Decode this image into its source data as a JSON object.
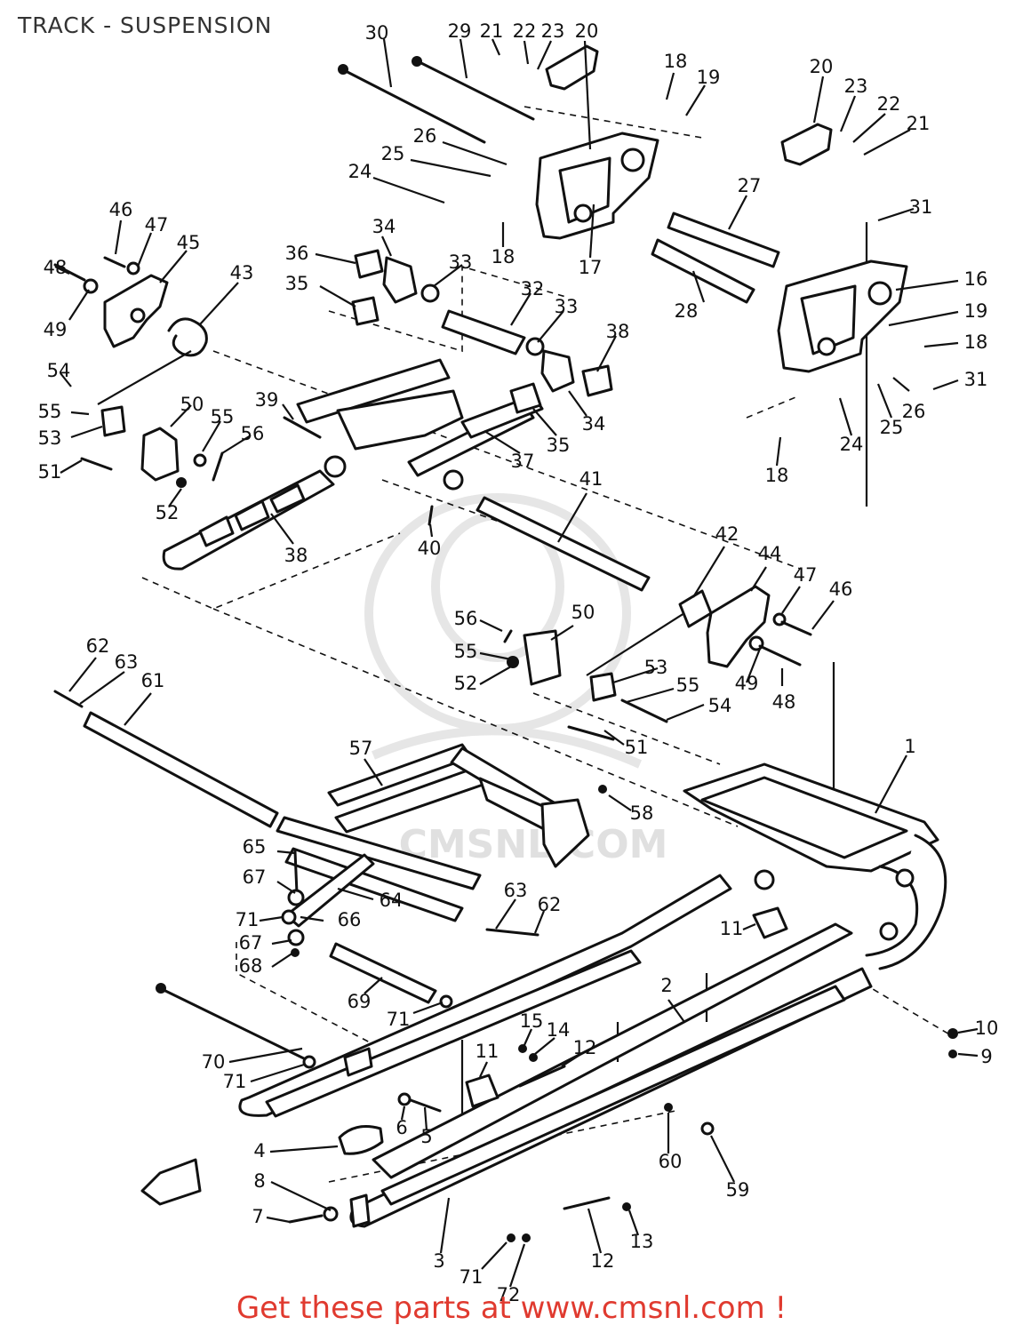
{
  "title": "TRACK - SUSPENSION",
  "promo": "Get these parts at www.cmsnl.com !",
  "watermark": "CMSNL.COM",
  "callouts": [
    {
      "id": "c30",
      "label": "30"
    },
    {
      "id": "c29",
      "label": "29"
    },
    {
      "id": "c21a",
      "label": "21"
    },
    {
      "id": "c22a",
      "label": "22"
    },
    {
      "id": "c23a",
      "label": "23"
    },
    {
      "id": "c20a",
      "label": "20"
    },
    {
      "id": "c18a",
      "label": "18"
    },
    {
      "id": "c19a",
      "label": "19"
    },
    {
      "id": "c20b",
      "label": "20"
    },
    {
      "id": "c23b",
      "label": "23"
    },
    {
      "id": "c22b",
      "label": "22"
    },
    {
      "id": "c21b",
      "label": "21"
    },
    {
      "id": "c26a",
      "label": "26"
    },
    {
      "id": "c25a",
      "label": "25"
    },
    {
      "id": "c24a",
      "label": "24"
    },
    {
      "id": "c27",
      "label": "27"
    },
    {
      "id": "c31a",
      "label": "31"
    },
    {
      "id": "c46a",
      "label": "46"
    },
    {
      "id": "c47a",
      "label": "47"
    },
    {
      "id": "c45",
      "label": "45"
    },
    {
      "id": "c34a",
      "label": "34"
    },
    {
      "id": "c36",
      "label": "36"
    },
    {
      "id": "c33a",
      "label": "33"
    },
    {
      "id": "c18b",
      "label": "18"
    },
    {
      "id": "c17",
      "label": "17"
    },
    {
      "id": "c48a",
      "label": "48"
    },
    {
      "id": "c49a",
      "label": "49"
    },
    {
      "id": "c43",
      "label": "43"
    },
    {
      "id": "c35a",
      "label": "35"
    },
    {
      "id": "c32",
      "label": "32"
    },
    {
      "id": "c33b",
      "label": "33"
    },
    {
      "id": "c28",
      "label": "28"
    },
    {
      "id": "c16",
      "label": "16"
    },
    {
      "id": "c19b",
      "label": "19"
    },
    {
      "id": "c18c",
      "label": "18"
    },
    {
      "id": "c38a",
      "label": "38"
    },
    {
      "id": "c54a",
      "label": "54"
    },
    {
      "id": "c55a",
      "label": "55"
    },
    {
      "id": "c53a",
      "label": "53"
    },
    {
      "id": "c51a",
      "label": "51"
    },
    {
      "id": "c50a",
      "label": "50"
    },
    {
      "id": "c55b",
      "label": "55"
    },
    {
      "id": "c56a",
      "label": "56"
    },
    {
      "id": "c52a",
      "label": "52"
    },
    {
      "id": "c39",
      "label": "39"
    },
    {
      "id": "c34b",
      "label": "34"
    },
    {
      "id": "c37",
      "label": "37"
    },
    {
      "id": "c35b",
      "label": "35"
    },
    {
      "id": "c31b",
      "label": "31"
    },
    {
      "id": "c26b",
      "label": "26"
    },
    {
      "id": "c25b",
      "label": "25"
    },
    {
      "id": "c24b",
      "label": "24"
    },
    {
      "id": "c18d",
      "label": "18"
    },
    {
      "id": "c41",
      "label": "41"
    },
    {
      "id": "c40",
      "label": "40"
    },
    {
      "id": "c38b",
      "label": "38"
    },
    {
      "id": "c42",
      "label": "42"
    },
    {
      "id": "c44",
      "label": "44"
    },
    {
      "id": "c47b",
      "label": "47"
    },
    {
      "id": "c46b",
      "label": "46"
    },
    {
      "id": "c56b",
      "label": "56"
    },
    {
      "id": "c50b",
      "label": "50"
    },
    {
      "id": "c55c",
      "label": "55"
    },
    {
      "id": "c52b",
      "label": "52"
    },
    {
      "id": "c53b",
      "label": "53"
    },
    {
      "id": "c55d",
      "label": "55"
    },
    {
      "id": "c54b",
      "label": "54"
    },
    {
      "id": "c49b",
      "label": "49"
    },
    {
      "id": "c48b",
      "label": "48"
    },
    {
      "id": "c62a",
      "label": "62"
    },
    {
      "id": "c63a",
      "label": "63"
    },
    {
      "id": "c61",
      "label": "61"
    },
    {
      "id": "c51b",
      "label": "51"
    },
    {
      "id": "c57",
      "label": "57"
    },
    {
      "id": "c1",
      "label": "1"
    },
    {
      "id": "c58",
      "label": "58"
    },
    {
      "id": "c65",
      "label": "65"
    },
    {
      "id": "c67a",
      "label": "67"
    },
    {
      "id": "c64",
      "label": "64"
    },
    {
      "id": "c71a",
      "label": "71"
    },
    {
      "id": "c66",
      "label": "66"
    },
    {
      "id": "c63b",
      "label": "63"
    },
    {
      "id": "c62b",
      "label": "62"
    },
    {
      "id": "c67b",
      "label": "67"
    },
    {
      "id": "c68",
      "label": "68"
    },
    {
      "id": "c11a",
      "label": "11"
    },
    {
      "id": "c69",
      "label": "69"
    },
    {
      "id": "c71b",
      "label": "71"
    },
    {
      "id": "c2",
      "label": "2"
    },
    {
      "id": "c10",
      "label": "10"
    },
    {
      "id": "c9",
      "label": "9"
    },
    {
      "id": "c15",
      "label": "15"
    },
    {
      "id": "c14",
      "label": "14"
    },
    {
      "id": "c12a",
      "label": "12"
    },
    {
      "id": "c70",
      "label": "70"
    },
    {
      "id": "c71c",
      "label": "71"
    },
    {
      "id": "c11b",
      "label": "11"
    },
    {
      "id": "c6",
      "label": "6"
    },
    {
      "id": "c5",
      "label": "5"
    },
    {
      "id": "c4",
      "label": "4"
    },
    {
      "id": "c60",
      "label": "60"
    },
    {
      "id": "c59",
      "label": "59"
    },
    {
      "id": "c8",
      "label": "8"
    },
    {
      "id": "c7",
      "label": "7"
    },
    {
      "id": "c3",
      "label": "3"
    },
    {
      "id": "c12b",
      "label": "12"
    },
    {
      "id": "c13",
      "label": "13"
    },
    {
      "id": "c71d",
      "label": "71"
    },
    {
      "id": "c72",
      "label": "72"
    }
  ]
}
